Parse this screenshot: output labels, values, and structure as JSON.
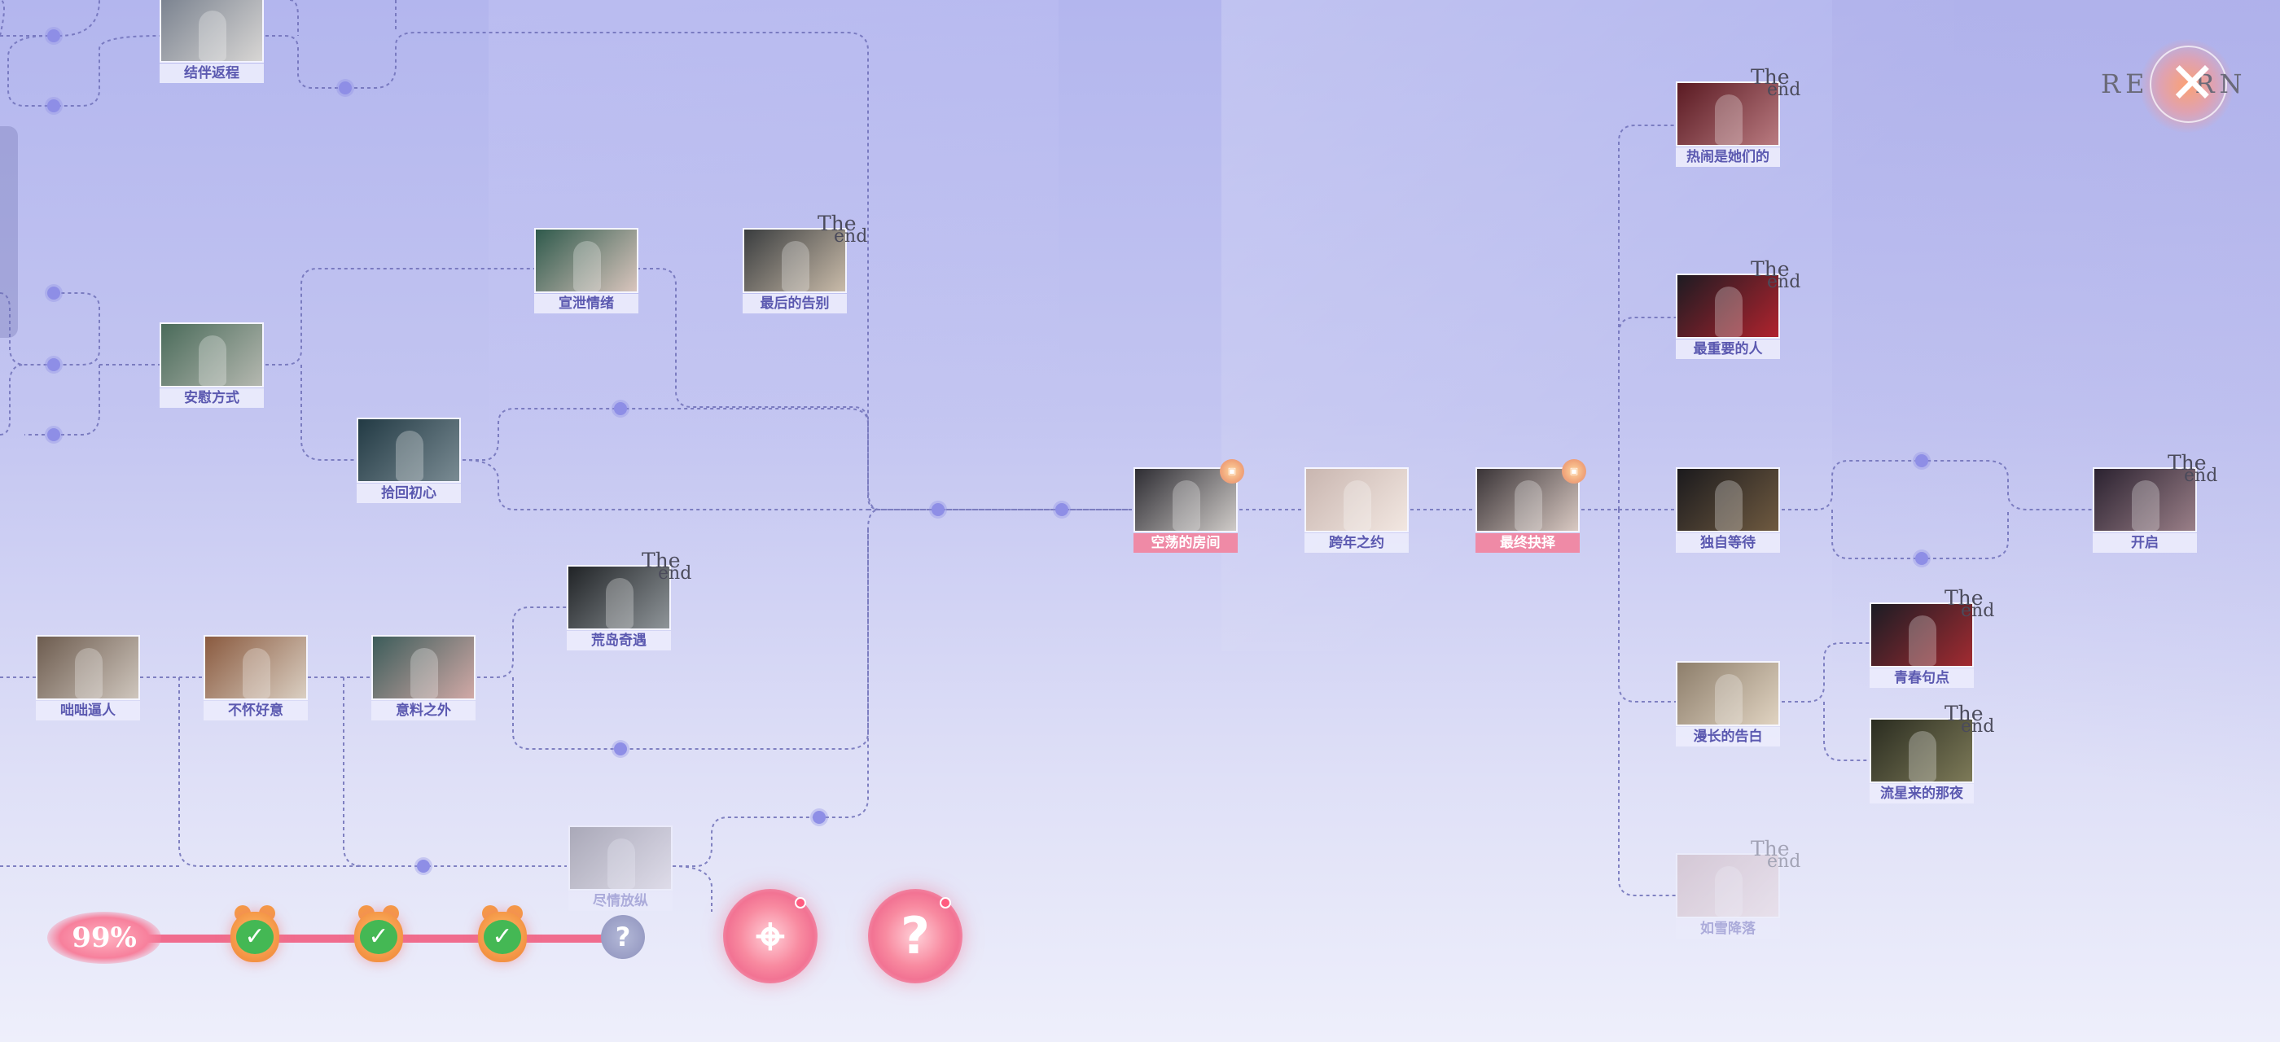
{
  "logo": {
    "text": "RETURN",
    "left": "RE",
    "right": "RN",
    "x_glyph": "✕"
  },
  "end_badge": {
    "the": "The",
    "end": "end"
  },
  "film_badge": "▣",
  "nodes": [
    {
      "id": "n01",
      "label": "结伴返程",
      "grad": [
        "#7b8390",
        "#d8d6d4"
      ],
      "end": false,
      "film": false,
      "pink": false,
      "dim": false
    },
    {
      "id": "n02",
      "label": "安慰方式",
      "grad": [
        "#4a6b5a",
        "#b5b8b0"
      ],
      "end": false,
      "film": false,
      "pink": false,
      "dim": false
    },
    {
      "id": "n03",
      "label": "宣泄情绪",
      "grad": [
        "#2f5a4c",
        "#d9c5bd"
      ],
      "end": false,
      "film": false,
      "pink": false,
      "dim": false
    },
    {
      "id": "n04",
      "label": "最后的告别",
      "grad": [
        "#3a3d3f",
        "#c9bba9"
      ],
      "end": true,
      "film": false,
      "pink": false,
      "dim": false
    },
    {
      "id": "n05",
      "label": "拾回初心",
      "grad": [
        "#223a44",
        "#7a8b93"
      ],
      "end": false,
      "film": false,
      "pink": false,
      "dim": false
    },
    {
      "id": "n06",
      "label": "荒岛奇遇",
      "grad": [
        "#202326",
        "#8f9599"
      ],
      "end": true,
      "film": false,
      "pink": false,
      "dim": false
    },
    {
      "id": "n07",
      "label": "咄咄逼人",
      "grad": [
        "#6d5c4f",
        "#cfc6bd"
      ],
      "end": false,
      "film": false,
      "pink": false,
      "dim": false
    },
    {
      "id": "n08",
      "label": "不怀好意",
      "grad": [
        "#8a5a3f",
        "#dacfc2"
      ],
      "end": false,
      "film": false,
      "pink": false,
      "dim": false
    },
    {
      "id": "n09",
      "label": "意料之外",
      "grad": [
        "#3c5c5a",
        "#d1a9a6"
      ],
      "end": false,
      "film": false,
      "pink": false,
      "dim": false
    },
    {
      "id": "n10",
      "label": "尽情放纵",
      "grad": [
        "#5e5a62",
        "#d6cfd5"
      ],
      "end": false,
      "film": false,
      "pink": false,
      "dim": true
    },
    {
      "id": "n11",
      "label": "空荡的房间",
      "grad": [
        "#2e2d33",
        "#cfcbc8"
      ],
      "end": false,
      "film": true,
      "pink": true,
      "dim": false
    },
    {
      "id": "n12",
      "label": "跨年之约",
      "grad": [
        "#c9b6b0",
        "#f2e7e1"
      ],
      "end": false,
      "film": false,
      "pink": false,
      "dim": false
    },
    {
      "id": "n13",
      "label": "最终抉择",
      "grad": [
        "#3a3437",
        "#d9c9c2"
      ],
      "end": false,
      "film": true,
      "pink": true,
      "dim": false
    },
    {
      "id": "n14",
      "label": "热闹是她们的",
      "grad": [
        "#5a1a22",
        "#b97a80"
      ],
      "end": true,
      "film": false,
      "pink": false,
      "dim": false
    },
    {
      "id": "n15",
      "label": "最重要的人",
      "grad": [
        "#1d1b22",
        "#b0232e"
      ],
      "end": true,
      "film": false,
      "pink": false,
      "dim": false
    },
    {
      "id": "n16",
      "label": "独自等待",
      "grad": [
        "#1b1a1d",
        "#6f5a40"
      ],
      "end": false,
      "film": false,
      "pink": false,
      "dim": false
    },
    {
      "id": "n17",
      "label": "开启",
      "grad": [
        "#2b2230",
        "#9a7f88"
      ],
      "end": true,
      "film": false,
      "pink": false,
      "dim": false
    },
    {
      "id": "n18",
      "label": "青春句点",
      "grad": [
        "#1b1c24",
        "#a22b31"
      ],
      "end": true,
      "film": false,
      "pink": false,
      "dim": false
    },
    {
      "id": "n19",
      "label": "漫长的告白",
      "grad": [
        "#8d7e6b",
        "#e0d3c1"
      ],
      "end": false,
      "film": false,
      "pink": false,
      "dim": false
    },
    {
      "id": "n20",
      "label": "流星来的那夜",
      "grad": [
        "#2a2c20",
        "#7d7a58"
      ],
      "end": true,
      "film": false,
      "pink": false,
      "dim": false
    },
    {
      "id": "n21",
      "label": "如雪降落",
      "grad": [
        "#c1a2a8",
        "#e9d7da"
      ],
      "end": true,
      "film": false,
      "pink": false,
      "dim": true
    }
  ],
  "progress": {
    "percent_label": "99%",
    "percent": 99,
    "completed_checks": 3,
    "check_glyph": "✓",
    "unknown_glyph": "?"
  },
  "buttons": {
    "locate_glyph": "⌖",
    "help_glyph": "?"
  },
  "colors": {
    "line": "#6f70b8",
    "dot": "#8e8ee6",
    "pink": "#ef8aa6",
    "bar": "#f06c8e"
  }
}
